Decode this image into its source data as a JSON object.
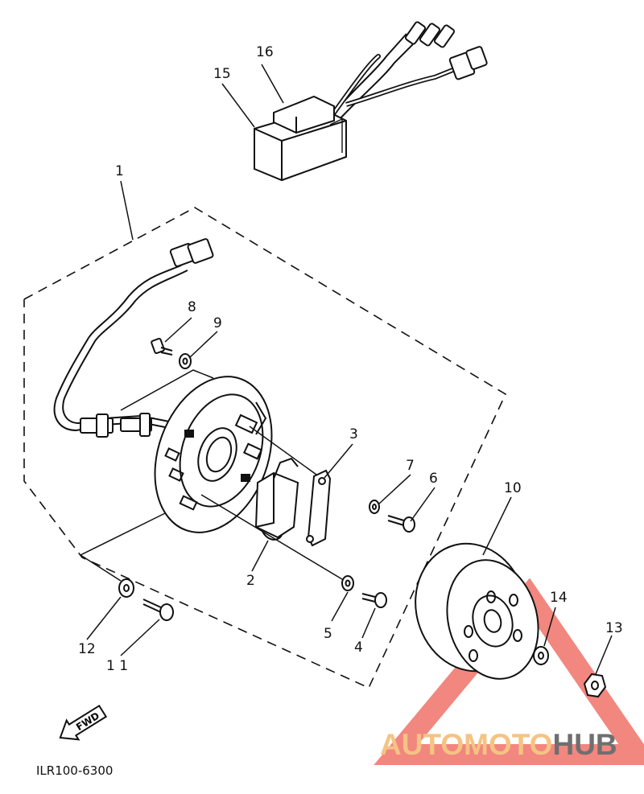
{
  "callouts": {
    "c1": "1",
    "c2": "2",
    "c3": "3",
    "c4": "4",
    "c5": "5",
    "c6": "6",
    "c7": "7",
    "c8": "8",
    "c9": "9",
    "c10": "10",
    "c11": "1 1",
    "c12": "12",
    "c13": "13",
    "c14": "14",
    "c15": "15",
    "c16": "16"
  },
  "reference_code": "ILR100-6300",
  "fwd_label": "FWD",
  "watermark": {
    "part1": "AUTOMOTO",
    "part2": "HUB",
    "colors": {
      "part1": "#f5c383",
      "part2": "#6f6f6f",
      "triangle": "#e8372a"
    }
  }
}
